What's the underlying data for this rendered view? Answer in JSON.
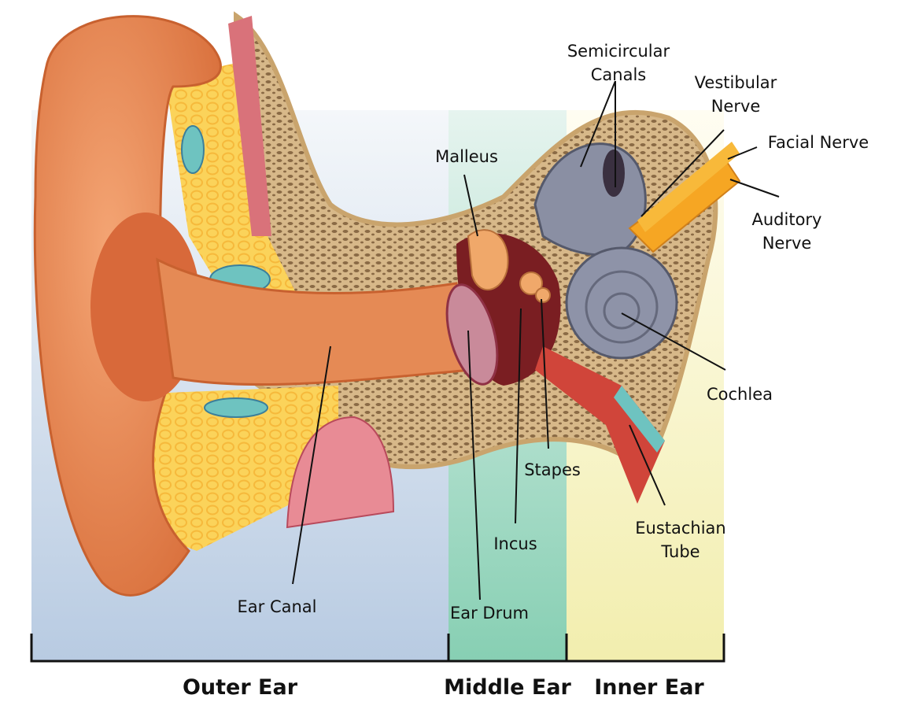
{
  "labels": {
    "semicircular_1": "Semicircular",
    "semicircular_2": "Canals",
    "vestibular_1": "Vestibular",
    "vestibular_2": "Nerve",
    "facial_nerve": "Facial Nerve",
    "auditory_1": "Auditory",
    "auditory_2": "Nerve",
    "malleus": "Malleus",
    "cochlea": "Cochlea",
    "stapes": "Stapes",
    "incus": "Incus",
    "eustachian_1": "Eustachian",
    "eustachian_2": "Tube",
    "ear_drum": "Ear Drum",
    "ear_canal": "Ear Canal"
  },
  "sections": {
    "outer": "Outer Ear",
    "middle": "Middle Ear",
    "inner": "Inner Ear"
  },
  "colors": {
    "outer_bg": "#c3d3e6",
    "middle_bg": "#8fd3b9",
    "inner_bg": "#f4f0b4",
    "skin": "#e8874f",
    "bone": "#d9bb8a",
    "cochlea": "#8a8fa3",
    "nerve": "#f6a623"
  }
}
